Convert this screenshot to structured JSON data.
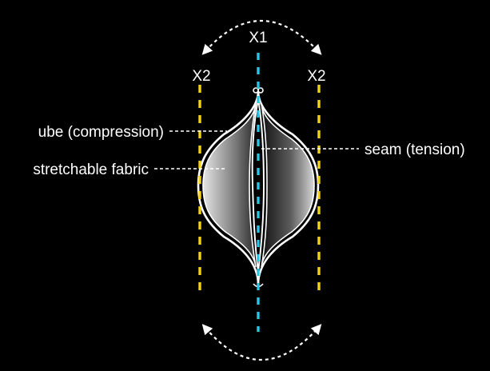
{
  "axes": {
    "center_axis_label": "X1",
    "side_axis_label": "X2"
  },
  "labels": {
    "tube": "ube (compression)",
    "fabric": "stretchable fabric",
    "seam": "seam (tension)"
  },
  "colors": {
    "background": "#000000",
    "center_axis": "#27c6e6",
    "side_axis": "#f2d21b",
    "outline": "#ffffff"
  }
}
